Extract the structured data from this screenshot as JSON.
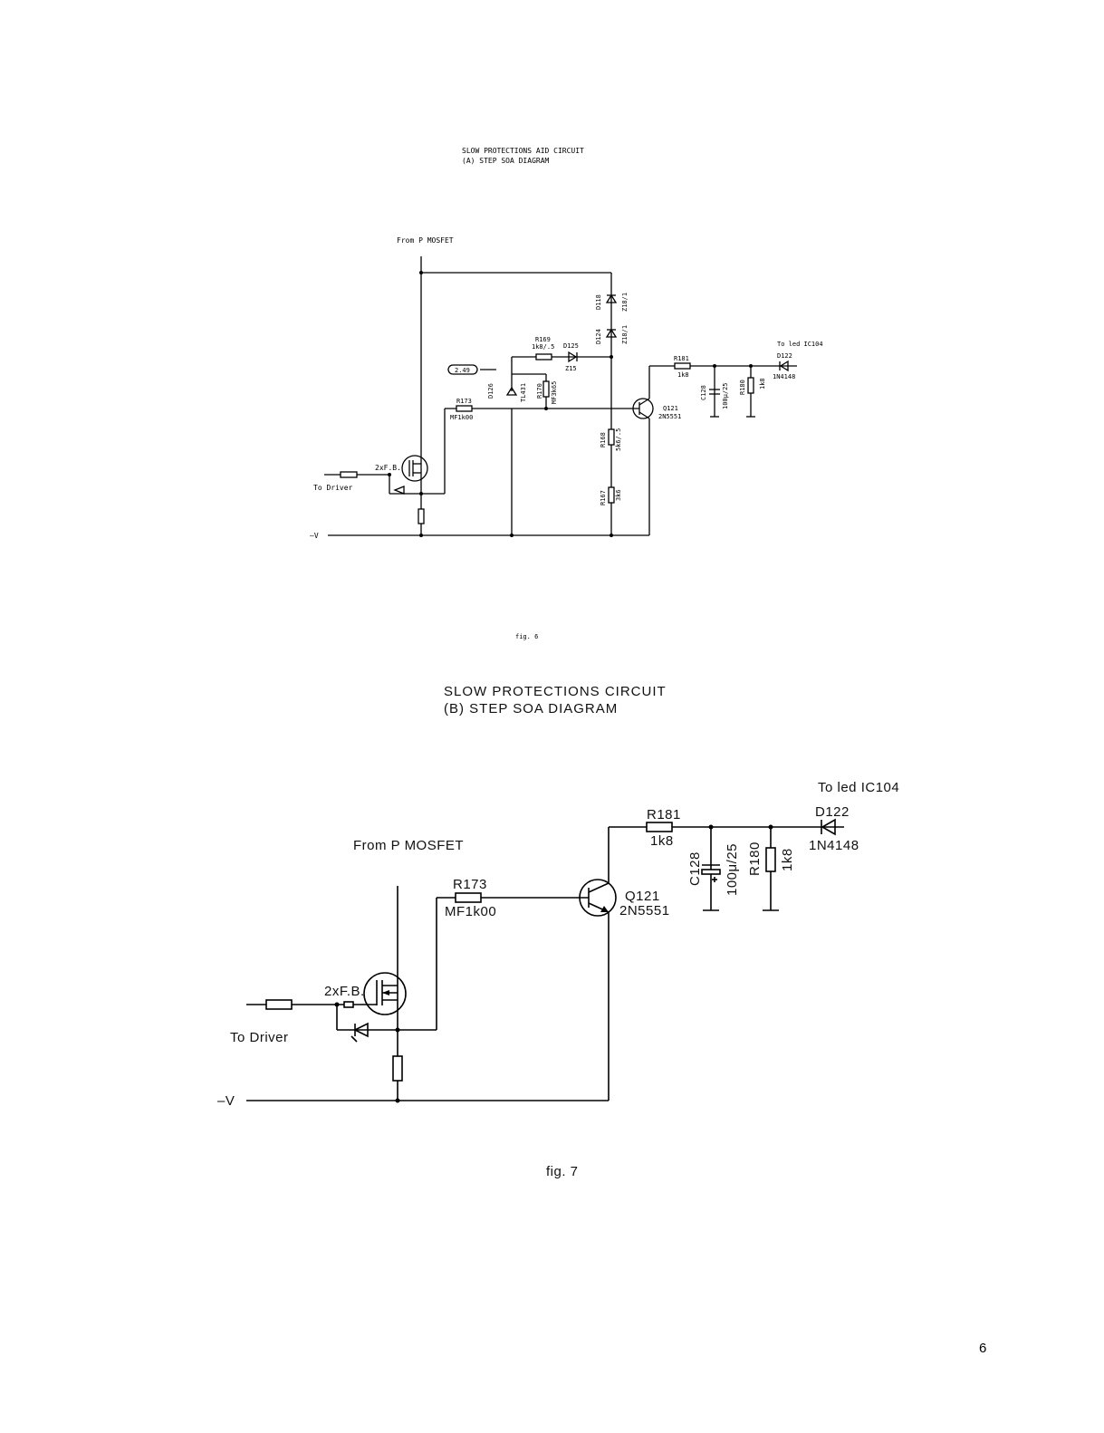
{
  "page_number": "6",
  "fig6": {
    "title_line1": "SLOW PROTECTIONS AID CIRCUIT",
    "title_line2": "(A) STEP SOA DIAGRAM",
    "caption": "fig. 6",
    "from_label": "From P MOSFET",
    "to_driver": "To Driver",
    "minus_v": "–V",
    "fb_label": "2xF.B.",
    "to_led": "To led IC104",
    "voltage_tag": "2.49",
    "d118": "D118",
    "d118_val": "Z18/1",
    "d124": "D124",
    "d124_val": "Z18/1",
    "r169": "R169",
    "r169_val": "1k8/.5",
    "d125": "D125",
    "d125_val": "Z15",
    "d126": "D126",
    "d126_val": "TL431",
    "r170": "R170",
    "r170_val": "MF3k65",
    "r173": "R173",
    "r173_val": "MF1k00",
    "q121": "Q121",
    "q121_val": "2N5551",
    "r181": "R181",
    "r181_val": "1k8",
    "c128": "C128",
    "c128_val": "100μ/25",
    "r180": "R180",
    "r180_val": "1k8",
    "d122": "D122",
    "d122_val": "1N4148",
    "r168": "R168",
    "r168_val": "5k6/.5",
    "r167": "R167",
    "r167_val": "3k6"
  },
  "fig7": {
    "title_line1": "SLOW PROTECTIONS CIRCUIT",
    "title_line2": "(B) STEP SOA DIAGRAM",
    "caption": "fig. 7",
    "from_label": "From P MOSFET",
    "to_driver": "To Driver",
    "minus_v": "–V",
    "fb_label": "2xF.B.",
    "to_led": "To led IC104",
    "r173": "R173",
    "r173_val": "MF1k00",
    "q121": "Q121",
    "q121_val": "2N5551",
    "r181": "R181",
    "r181_val": "1k8",
    "c128": "C128",
    "c128_val": "100μ/25",
    "r180": "R180",
    "r180_val": "1k8",
    "d122": "D122",
    "d122_val": "1N4148"
  }
}
